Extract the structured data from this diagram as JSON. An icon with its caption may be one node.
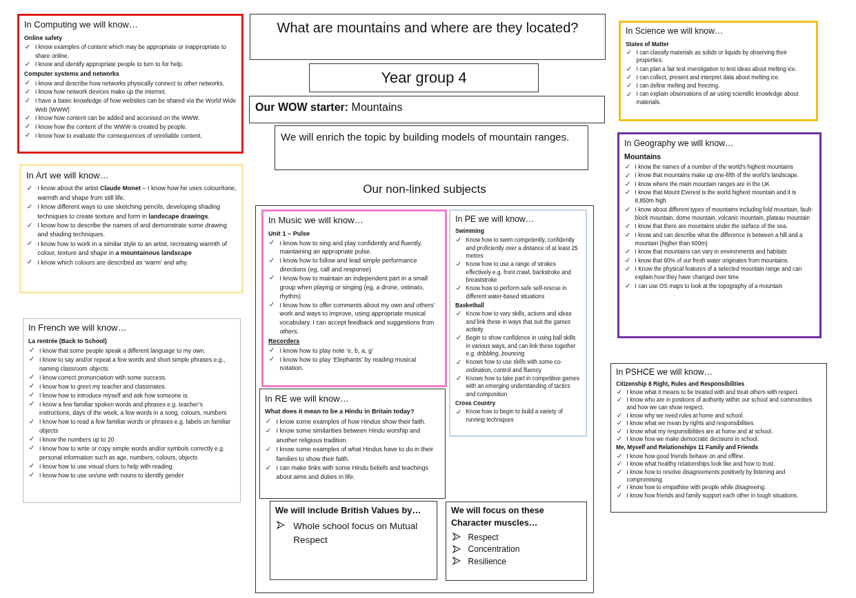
{
  "diagram": {
    "nodes": [
      {
        "text": [
          "In Computing we will know…",
          "Online safety",
          "I know examples of content which may be appropriate or inappropriate to share online.",
          "I know and identify appropriate people to turn to for help.",
          "Computer systems and networks",
          "I know and describe how networks physically connect to other networks.",
          "I know how network devices make up the internet.",
          "I have a basic knowledge of how websites can be shared via the World Wide Web (WWW)",
          "I know how content can be added and accessed on the WWW.",
          "I know how the content of the WWW is created by people.",
          "I know how to evaluate the consequences of unreliable content."
        ]
      },
      {
        "text": [
          "What are mountains and where are they located?"
        ]
      },
      {
        "text": [
          "Year group 4"
        ]
      },
      {
        "text": [
          "**Our WOW starter:**  Mountains"
        ]
      },
      {
        "text": [
          "We will enrich the topic by building models of mountain ranges."
        ]
      },
      {
        "text": [
          "In Science we will know…",
          "States of Matter",
          "I can classify materials as solids or liquids by observing their properties.",
          "I can plan a fair test investigation to test ideas about melting ice.",
          "I can collect, present and interpret data about melting ice.",
          "I can define melting and freezing.",
          "I can explain observations of air using scientific knowledge about materials."
        ]
      },
      {
        "text": [
          "In Art we will know…",
          "I know about the artist **Claude Monet** – I know how he uses colour/tone, warmth and shape from still life.",
          "I know different ways to use sketching pencils, developing shading techniques to create texture and form in **landscape drawings**.",
          "I know how to describe the names of and demonstrate some drawing and shading techniques.",
          "I know how to work in a similar style to an artist, recreating warmth of colour, texture and shape in **a mountainous landscape**",
          "I know which colours are described as ‘warm’ and why."
        ]
      },
      {
        "text": [
          "In Geography we will know…",
          "Mountains",
          "I know the names of a number of the world’s highest mountains",
          "I know that mountains make up one-fifth of the world’s landscape.",
          "I know where the main mountain ranges are in the UK",
          "I know that Mount Everest is the world highest mountain and it is 8,850m high.",
          "I know about different types of mountains including fold mountain, fault-block mountain, dome mountain, volcanic mountain, plateau mountain",
          "I know that there are mountains under the surface of the sea.",
          "I know and can describe what the difference is between a hill and a mountain (higher than 600m)",
          "I know that mountains can vary in environments and habitats",
          "I know that 80% of our fresh water originates from mountains.",
          "I Know the physical features of a selected mountain range and can explain how they have changed over time",
          "I can use OS maps to look at the topography of a mountain"
        ]
      },
      {
        "text": [
          "Our non-linked subjects"
        ]
      },
      {
        "text": [
          "In Music we will know…",
          "Unit 1 – Pulse",
          "I know how to sing and play confidently and fluently, maintaining an appropriate pulse.",
          "I know how to follow and lead simple performance directions (eg, call and response)",
          "I know how to maintain an independent part in a small group when playing or singing (eg, a drone, ostinato, rhythm)",
          "I know how to offer comments about my own and others’ work and ways to improve, using appropriate musical vocabulary. I can accept feedback and suggestions from others.",
          "Recorders",
          "I know how to play note ‘e, b, a, g’",
          "I know how to play ‘Elephants’ by reading musical notation."
        ],
        "in": 8
      },
      {
        "text": [
          "In PE we will know…",
          "Swimming",
          "Know how to swim competently, confidently and proficiently over a distance of at least 25 metres",
          "Know how to use a range of strokes effectively e.g. front crawl, backstroke and breaststroke",
          "Know how to perform safe self-rescue in different water-based situations",
          "Basketball",
          "Know how to vary skills, actions and ideas and link these in ways that suit the games activity",
          "Begin to show confidence in using ball skills in various ways, and can link these together *e.g. dribbling, bouncing*",
          "Knows how to use skills with some co-ordination, control and fluency",
          "Knows how to take part in competitive games with an emerging understanding of tactics and composition",
          "Cross Country",
          "Know how to begin to build a variety of running techniques"
        ],
        "in": 8
      },
      {
        "text": [
          "In RE we will know…",
          "What does it mean to be a Hindu in Britain today?",
          "I know some examples of how Hindus show their faith.",
          "I know some similarities between Hindu worship and another religious tradition.",
          "I know some examples of what Hindus have to do in their families to show their faith.",
          "I can make links with some Hindu beliefs and teachings about aims and duties in life."
        ],
        "in": 8
      },
      {
        "text": [
          "We will include British Values by…",
          "Whole school focus on Mutual Respect"
        ],
        "in": 8
      },
      {
        "text": [
          "We will focus on these Character muscles…",
          "Respect",
          "Concentration",
          "Resilience"
        ],
        "in": 8
      },
      {
        "text": [
          "In French we will know…",
          "La rentrée (Back to School)",
          "I know that some people speak a different language to my own.",
          "I know to say and/or repeat a few words and short simple phrases e.g., naming classroom objects.",
          "I know correct pronunciation with some success.",
          "I know how to greet my teacher and classmates.",
          "I know how to introduce myself and ask how someone is.",
          "I know a few familiar spoken words and phrases e.g. teacher’s instructions, days of the week, a few words in a song, colours, numbers",
          "I know how to read a few familiar words or phrases e.g. labels on familiar objects",
          "I know the numbers up to 20",
          "I know how to write or copy simple words and/or symbols correctly e.g. personal information such as age, numbers, colours, objects",
          "I know how to use visual clues to help with reading.",
          "I know how to use un/une with nouns to identify gender"
        ]
      },
      {
        "text": [
          "In PSHCE we will know…",
          "Citizenship 8 Right, Rules and Responsibilities",
          "I know what it means to be treated with and treat others with respect.",
          "I know who are in positions of authority within our school and communities and how we can show respect.",
          "I know why we need rules at home and school.",
          "I know what we mean by rights and responsibilities.",
          "I know what my responsibilities are at home and at school.",
          "I know how we make democratic decisions in school.",
          "Me, Myself and Relationships 11 Family and Friends",
          "I know how good friends behave on and offline.",
          "I know what healthy relationships look like and how to trust.",
          "I know how to resolve disagreements positively by listening and compromising.",
          "I know how to empathise with people while disagreeing.",
          "I know how friends and family support each other in tough situations."
        ]
      }
    ]
  }
}
